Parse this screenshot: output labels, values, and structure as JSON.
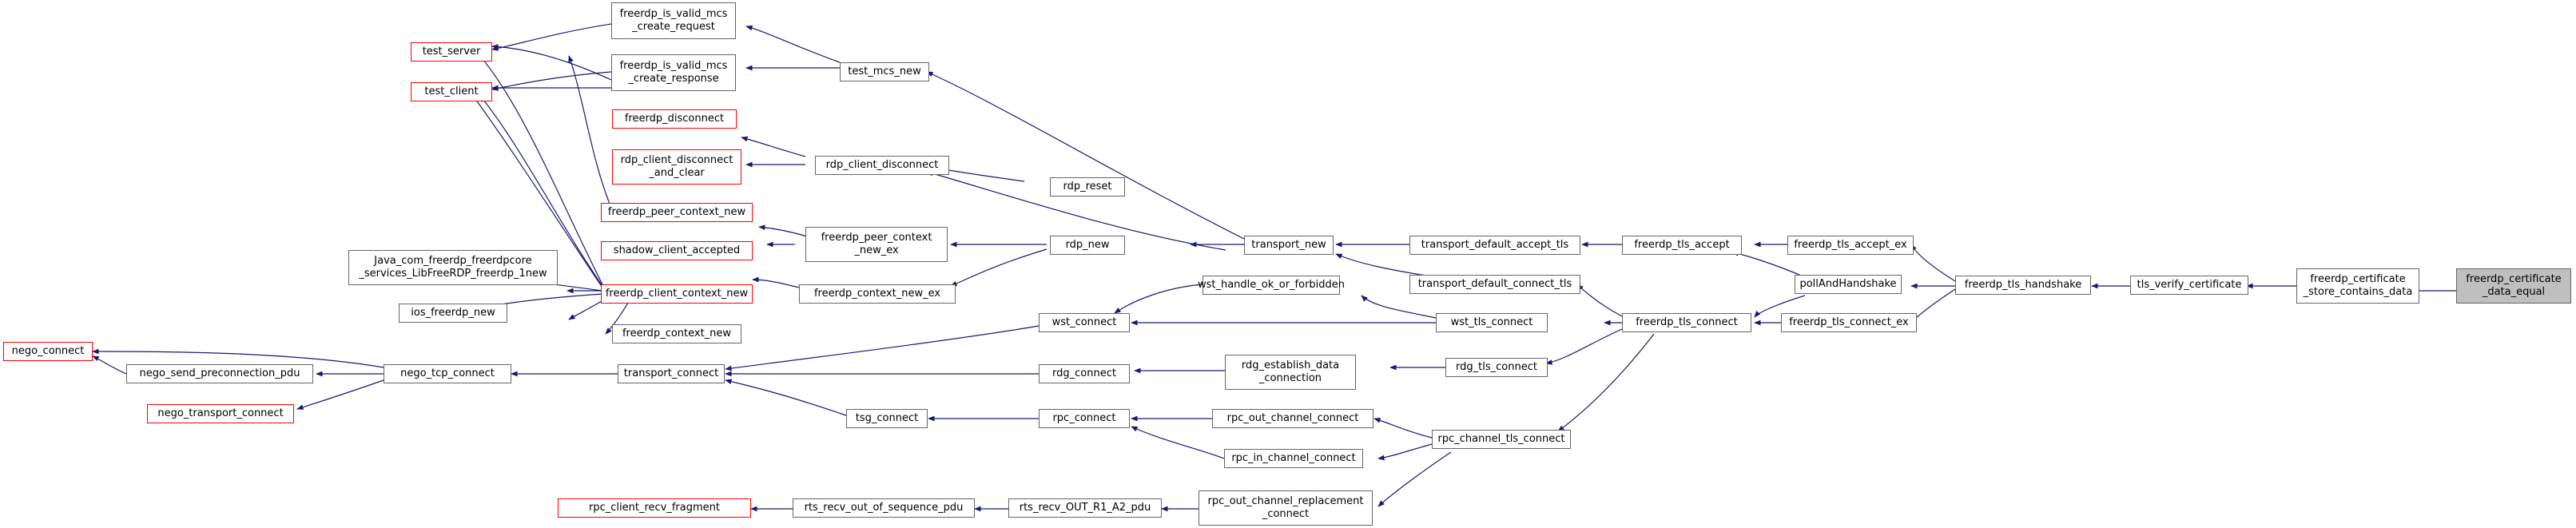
{
  "colors": {
    "edge": "#191970",
    "box_border": "#666666",
    "truncated_border": "#ff0000",
    "root_fill": "#bfbfbf"
  },
  "nodes": {
    "n1": {
      "lines": [
        "freerdp_is_valid_mcs",
        "_create_request"
      ]
    },
    "n2": {
      "lines": [
        "freerdp_is_valid_mcs",
        "_create_response"
      ]
    },
    "n3": {
      "lines": [
        "test_server"
      ]
    },
    "n4": {
      "lines": [
        "test_client"
      ]
    },
    "n5": {
      "lines": [
        "test_mcs_new"
      ]
    },
    "n6": {
      "lines": [
        "freerdp_disconnect"
      ]
    },
    "n7": {
      "lines": [
        "rdp_client_disconnect",
        "_and_clear"
      ]
    },
    "n8": {
      "lines": [
        "rdp_client_disconnect"
      ]
    },
    "n9": {
      "lines": [
        "rdp_reset"
      ]
    },
    "n10": {
      "lines": [
        "freerdp_peer_context_new"
      ]
    },
    "n11": {
      "lines": [
        "shadow_client_accepted"
      ]
    },
    "n12": {
      "lines": [
        "freerdp_peer_context",
        "_new_ex"
      ]
    },
    "n13": {
      "lines": [
        "rdp_new"
      ]
    },
    "n14": {
      "lines": [
        "transport_new"
      ]
    },
    "n15": {
      "lines": [
        "Java_com_freerdp_freerdpcore",
        "_services_LibFreeRDP_freerdp_1new"
      ]
    },
    "n16": {
      "lines": [
        "freerdp_client_context_new"
      ]
    },
    "n17": {
      "lines": [
        "ios_freerdp_new"
      ]
    },
    "n18": {
      "lines": [
        "freerdp_context_new_ex"
      ]
    },
    "n19": {
      "lines": [
        "freerdp_context_new"
      ]
    },
    "n20": {
      "lines": [
        "transport_default_accept_tls"
      ]
    },
    "n21": {
      "lines": [
        "freerdp_tls_accept"
      ]
    },
    "n22": {
      "lines": [
        "freerdp_tls_accept_ex"
      ]
    },
    "n23": {
      "lines": [
        "transport_default_connect_tls"
      ]
    },
    "n24": {
      "lines": [
        "pollAndHandshake"
      ]
    },
    "n25": {
      "lines": [
        "freerdp_tls_handshake"
      ]
    },
    "n26": {
      "lines": [
        "tls_verify_certificate"
      ]
    },
    "n27": {
      "lines": [
        "freerdp_certificate",
        "_store_contains_data"
      ]
    },
    "n28": {
      "lines": [
        "freerdp_certificate",
        "_data_equal"
      ]
    },
    "n29": {
      "lines": [
        "wst_handle_ok_or_forbidden"
      ]
    },
    "n30": {
      "lines": [
        "wst_connect"
      ]
    },
    "n31": {
      "lines": [
        "wst_tls_connect"
      ]
    },
    "n32": {
      "lines": [
        "freerdp_tls_connect"
      ]
    },
    "n33": {
      "lines": [
        "freerdp_tls_connect_ex"
      ]
    },
    "n34": {
      "lines": [
        "nego_connect"
      ]
    },
    "n35": {
      "lines": [
        "nego_send_preconnection_pdu"
      ]
    },
    "n36": {
      "lines": [
        "nego_tcp_connect"
      ]
    },
    "n37": {
      "lines": [
        "transport_connect"
      ]
    },
    "n38": {
      "lines": [
        "nego_transport_connect"
      ]
    },
    "n39": {
      "lines": [
        "rdg_connect"
      ]
    },
    "n40": {
      "lines": [
        "rdg_establish_data",
        "_connection"
      ]
    },
    "n41": {
      "lines": [
        "rdg_tls_connect"
      ]
    },
    "n42": {
      "lines": [
        "tsg_connect"
      ]
    },
    "n43": {
      "lines": [
        "rpc_connect"
      ]
    },
    "n44": {
      "lines": [
        "rpc_out_channel_connect"
      ]
    },
    "n45": {
      "lines": [
        "rpc_in_channel_connect"
      ]
    },
    "n46": {
      "lines": [
        "rpc_channel_tls_connect"
      ]
    },
    "n47": {
      "lines": [
        "rpc_client_recv_fragment"
      ]
    },
    "n48": {
      "lines": [
        "rts_recv_out_of_sequence_pdu"
      ]
    },
    "n49": {
      "lines": [
        "rts_recv_OUT_R1_A2_pdu"
      ]
    },
    "n50": {
      "lines": [
        "rpc_out_channel_replacement",
        "_connect"
      ]
    }
  }
}
